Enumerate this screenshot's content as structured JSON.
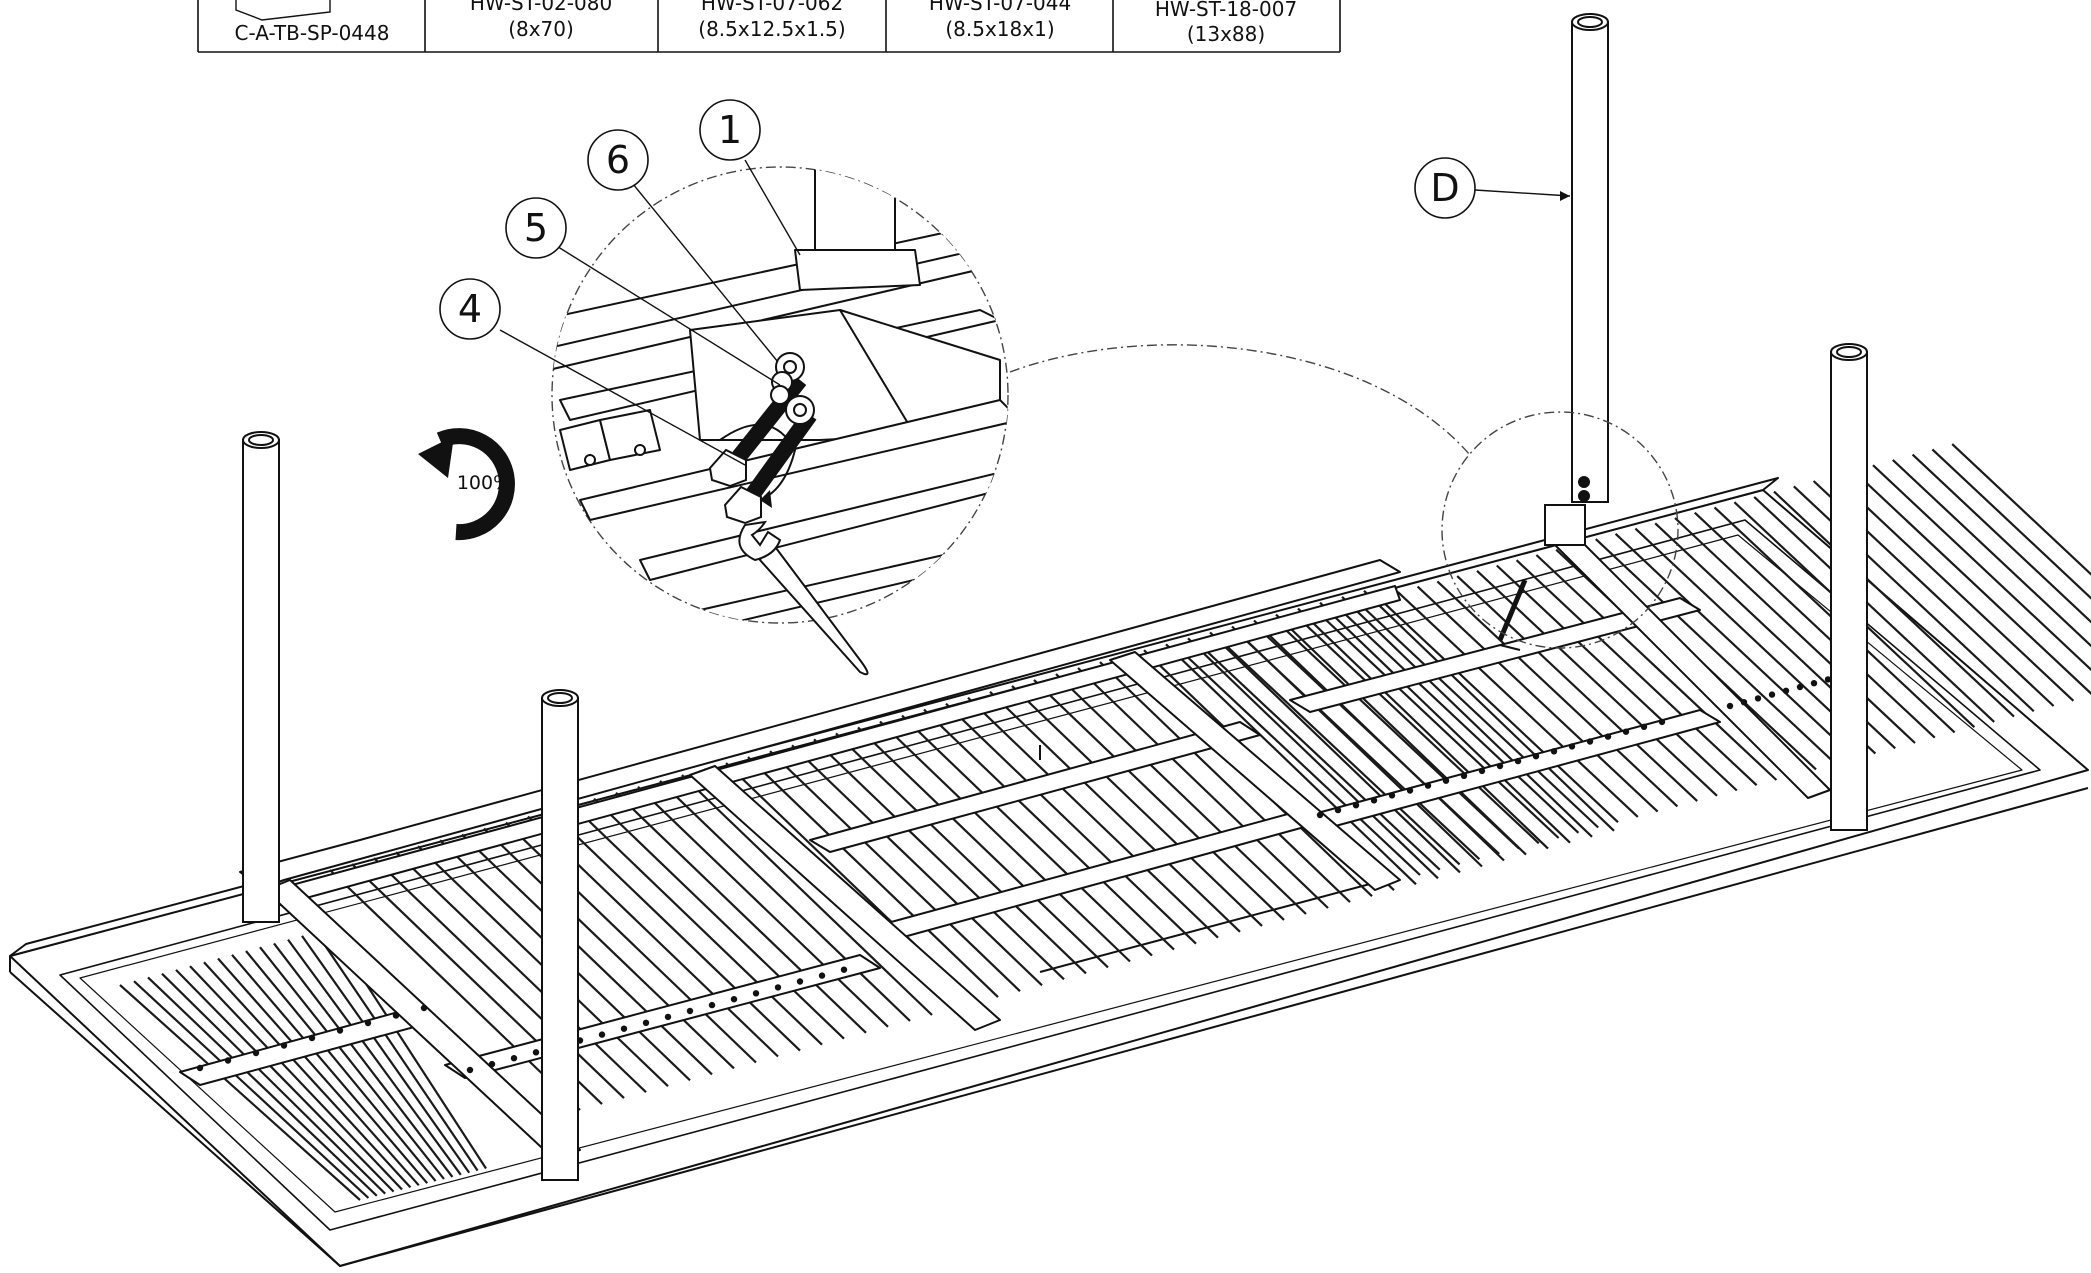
{
  "parts_table": {
    "cells": [
      {
        "code": "C-A-TB-SP-0448",
        "size": ""
      },
      {
        "code": "HW-ST-02-080",
        "size": "(8x70)"
      },
      {
        "code": "HW-ST-07-062",
        "size": "(8.5x12.5x1.5)"
      },
      {
        "code": "HW-ST-07-044",
        "size": "(8.5x18x1)"
      },
      {
        "code": "HW-ST-18-007",
        "size": "(13x88)"
      }
    ]
  },
  "callouts": {
    "c1": "1",
    "c4": "4",
    "c5": "5",
    "c6": "6",
    "cD": "D"
  },
  "rotation": {
    "label": "100%"
  },
  "colors": {
    "line": "#111111",
    "fill": "#ffffff",
    "slat": "#1a1a1a"
  },
  "icons": [
    "rotate-clockwise-icon",
    "wrench-icon"
  ]
}
